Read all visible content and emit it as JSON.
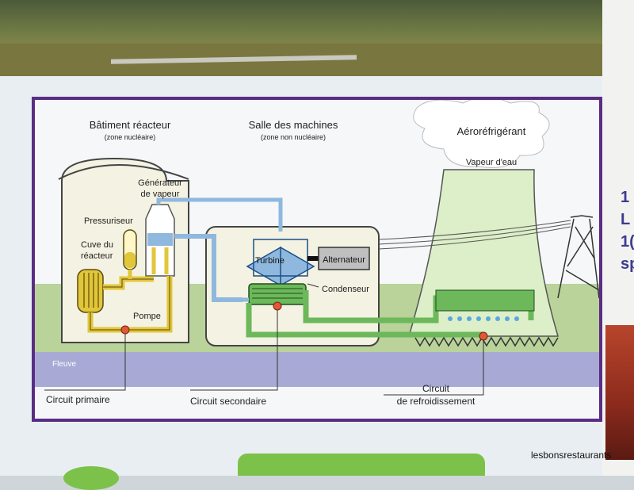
{
  "diagram": {
    "labels": {
      "batiment": "Bâtiment réacteur",
      "batiment_sub": "(zone nucléaire)",
      "salle": "Salle des machines",
      "salle_sub": "(zone non nucléaire)",
      "aero": "Aéroréfrigérant",
      "vapeur_eau": "Vapeur d'eau",
      "generateur_1": "Générateur",
      "generateur_2": "de vapeur",
      "pressuriseur": "Pressuriseur",
      "cuve_1": "Cuve du",
      "cuve_2": "réacteur",
      "turbine": "Turbine",
      "alternateur": "Alternateur",
      "condenseur": "Condenseur",
      "pompe": "Pompe",
      "fleuve": "Fleuve",
      "circuit_primaire": "Circuit primaire",
      "circuit_secondaire": "Circuit secondaire",
      "circuit_refroid_1": "Circuit",
      "circuit_refroid_2": "de refroidissement"
    },
    "colors": {
      "frame": "#5a2d82",
      "primary_circuit": "#e2c63a",
      "secondary_circuit": "#8fb8de",
      "cooling_circuit": "#6cb85a",
      "river": "#a9a9d6",
      "ground": "#b9d39a"
    }
  },
  "side_text": [
    "1",
    "L",
    "1(",
    "sp"
  ],
  "watermark": "lesbonsrestaurants"
}
